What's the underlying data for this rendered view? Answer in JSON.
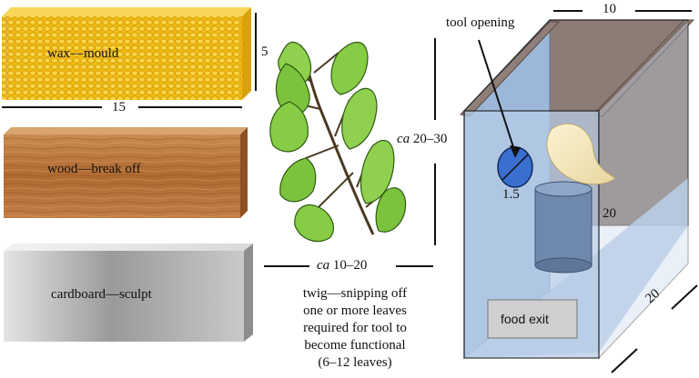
{
  "materials": {
    "wax": {
      "label": "wax—mould",
      "dim_height": "5",
      "dim_width": "15"
    },
    "wood": {
      "label": "wood—break off"
    },
    "cardboard": {
      "label": "cardboard—sculpt"
    }
  },
  "twig": {
    "height_prefix": "ca",
    "height_value": "20–30",
    "width_prefix": "ca",
    "width_value": "10–20",
    "caption_lines": [
      "twig—snipping off",
      "one or more leaves",
      "required for tool to",
      "become functional",
      "(6–12 leaves)"
    ]
  },
  "box": {
    "tool_opening_label": "tool opening",
    "opening_diameter": "1.5",
    "top_dim": "10",
    "side_height": "20",
    "depth_dim": "20",
    "food_exit_label": "food exit"
  },
  "colors": {
    "wax": "#f2c21e",
    "wood": "#b8733b",
    "cardboard": "#b5b5b5",
    "box_front": "#a9c4e6",
    "box_back_wall": "#8a7a72",
    "leaf": "#7ac943",
    "opening": "#3a6fd0"
  }
}
